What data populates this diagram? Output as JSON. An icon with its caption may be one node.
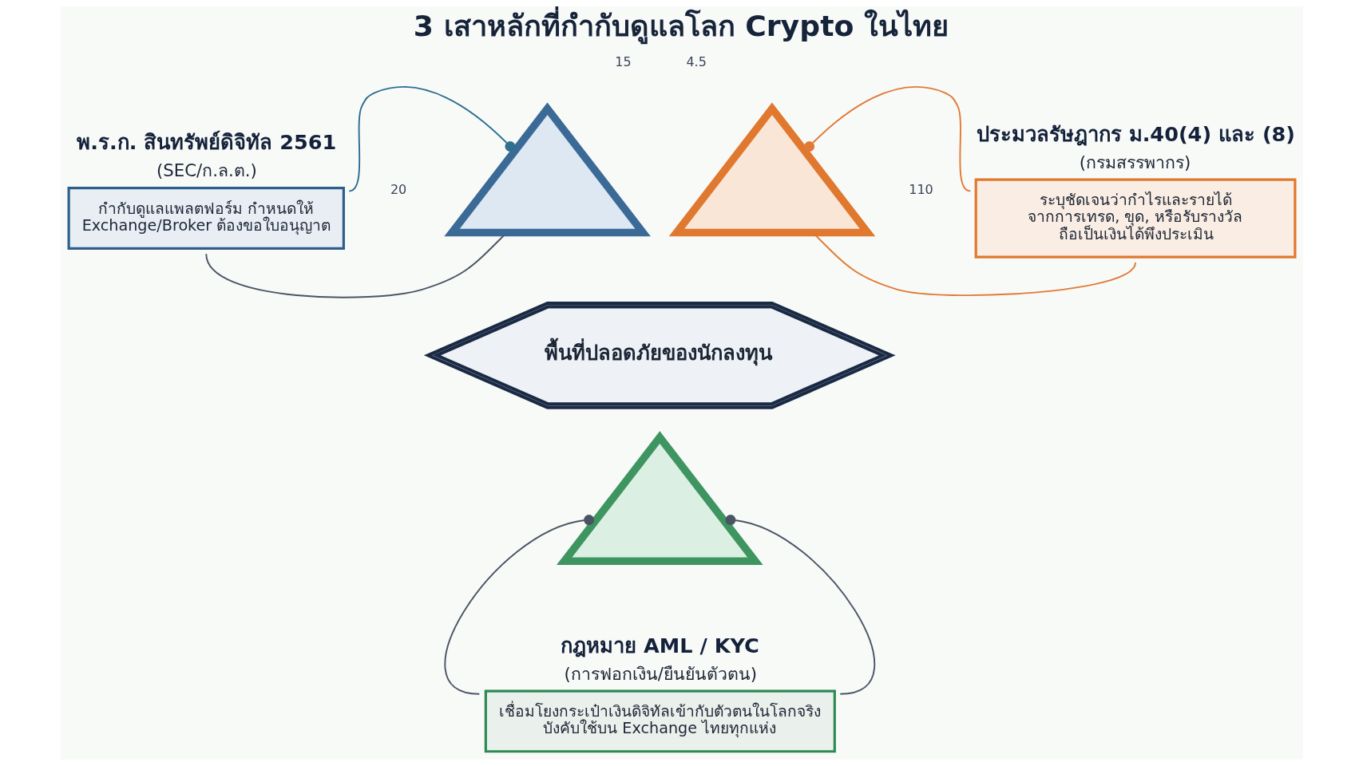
{
  "diagram": {
    "title": "3 เสาหลักที่กำกับดูแลโลก Crypto ในไทย",
    "nodes": [
      {
        "text": [],
        "shape": "triangle"
      },
      {
        "text": [],
        "shape": "triangle"
      },
      {
        "text": [],
        "shape": "triangle"
      },
      {
        "text": [
          "พื้นที่ปลอดภัยของนักลงทุน"
        ]
      },
      {
        "text": [
          "พ.ร.ก. สินทรัพย์ดิจิทัล 2561",
          "(SEC/ก.ล.ต.)",
          "กำกับดูแลแพลตฟอร์ม กำหนดให้ Exchange/Broker ต้องขอใบอนุญาต"
        ]
      },
      {
        "text": [
          "ประมวลรัษฎากร ม.40(4) และ (8)",
          "(กรมสรรพากร)",
          "ระบุชัดเจนว่ากำไรและรายได้ จากการเทรด, ขุด, หรือรับรางวัล ถือเป็นเงินได้พึงประเมิน"
        ]
      },
      {
        "text": [
          "กฎหมาย AML / KYC",
          "(การฟอกเงิน/ยืนยันตัวตน)",
          "เชื่อมโยงกระเป๋าเงินดิจิทัลเข้ากับตัวตนในโลกจริง บังคับใช้บน Exchange ไทยทุกแห่ง"
        ]
      }
    ],
    "edges": [
      {
        "from": 4,
        "to": 0,
        "arrow": "other",
        "color": "#2f6f8f"
      },
      {
        "from": 4,
        "to": 0,
        "arrow": "none"
      },
      {
        "from": 5,
        "to": 1,
        "arrow": "other",
        "color": "#e07a35"
      },
      {
        "from": 5,
        "to": 1,
        "arrow": "none",
        "color": "#e07a35"
      },
      {
        "from": 6,
        "to": 2,
        "arrow": "other"
      },
      {
        "from": 6,
        "to": 2,
        "arrow": "other"
      }
    ],
    "labels": [
      "15",
      "4.5",
      "20",
      "110"
    ]
  }
}
